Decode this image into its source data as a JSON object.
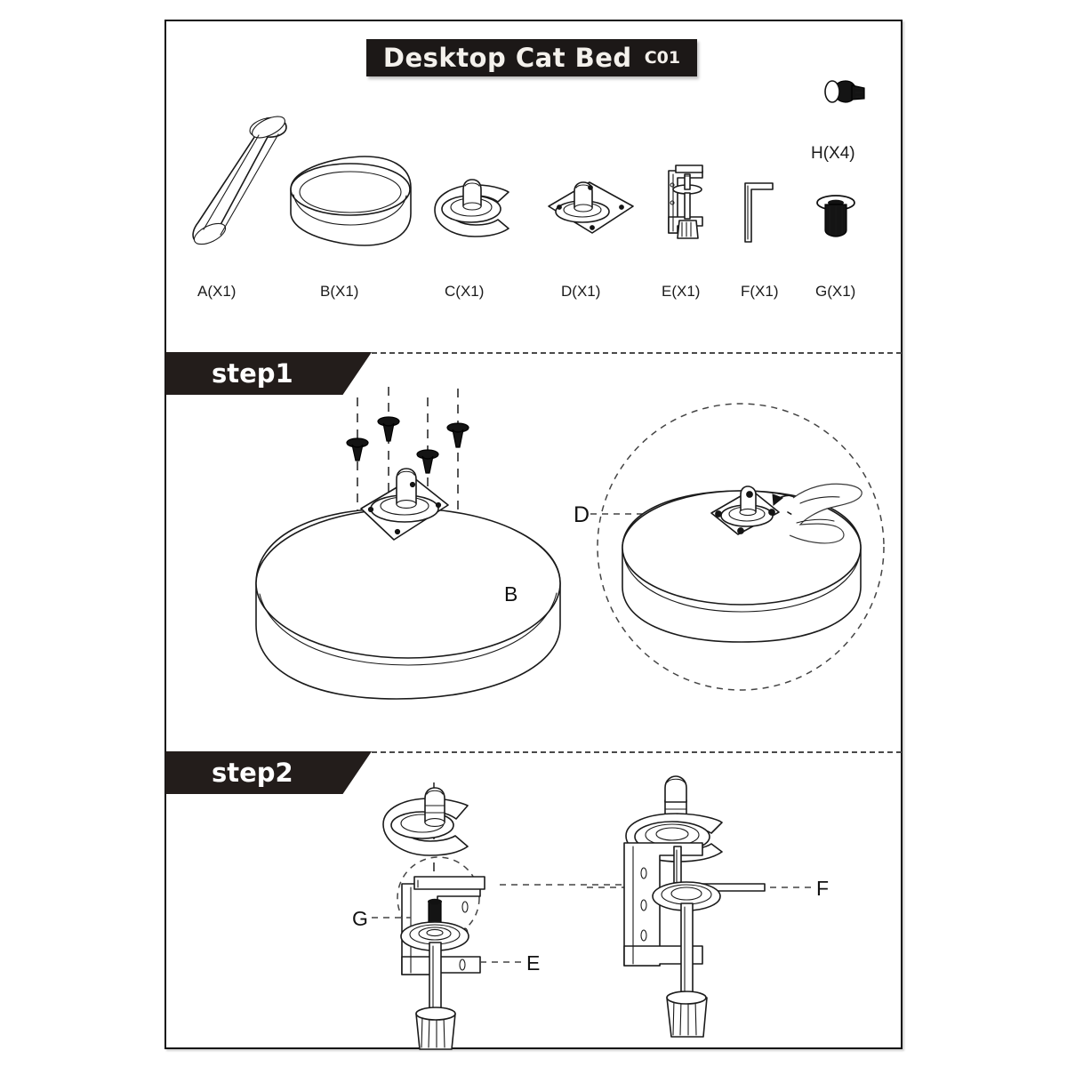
{
  "sheet": {
    "title": "Desktop Cat Bed",
    "model_code": "C01",
    "background": "#ffffff",
    "line_color": "#111111",
    "banner_color": "#231d1b",
    "banner_text_color": "#ffffff"
  },
  "parts": [
    {
      "id": "A",
      "label": "A(X1)",
      "icon": "tube-pole-icon",
      "qty": 1
    },
    {
      "id": "B",
      "label": "B(X1)",
      "icon": "round-bed-bowl-icon",
      "qty": 1
    },
    {
      "id": "C",
      "label": "C(X1)",
      "icon": "crescent-disc-post-icon",
      "qty": 1
    },
    {
      "id": "D",
      "label": "D(X1)",
      "icon": "square-mount-plate-icon",
      "qty": 1
    },
    {
      "id": "E",
      "label": "E(X1)",
      "icon": "desk-clamp-icon",
      "qty": 1
    },
    {
      "id": "F",
      "label": "F(X1)",
      "icon": "hex-allen-key-icon",
      "qty": 1
    },
    {
      "id": "G",
      "label": "G(X1)",
      "icon": "barrel-nut-insert-icon",
      "qty": 1
    },
    {
      "id": "H",
      "label": "H(X4)",
      "icon": "bolt-screw-icon",
      "qty": 4
    }
  ],
  "steps": [
    {
      "id": "step1",
      "label": "step1",
      "callouts": [
        {
          "id": "B",
          "text": "B"
        },
        {
          "id": "D",
          "text": "D"
        }
      ]
    },
    {
      "id": "step2",
      "label": "step2",
      "callouts": [
        {
          "id": "G",
          "text": "G"
        },
        {
          "id": "E",
          "text": "E"
        },
        {
          "id": "F",
          "text": "F"
        }
      ]
    }
  ]
}
